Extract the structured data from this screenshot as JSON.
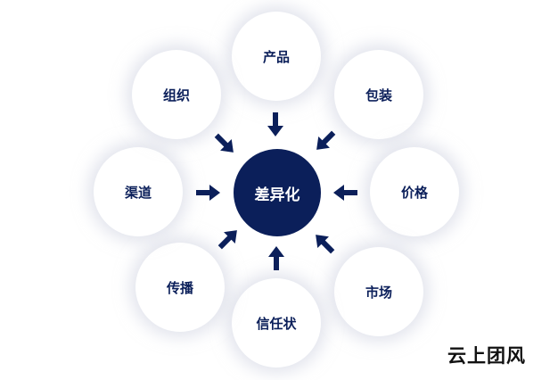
{
  "center": {
    "label": "差异化"
  },
  "factors": [
    {
      "label": "产品"
    },
    {
      "label": "包装"
    },
    {
      "label": "价格"
    },
    {
      "label": "市场"
    },
    {
      "label": "信任状"
    },
    {
      "label": "传播"
    },
    {
      "label": "渠道"
    },
    {
      "label": "组织"
    }
  ],
  "watermark": "云上团风",
  "colors": {
    "primary": "#0b1f5a"
  }
}
